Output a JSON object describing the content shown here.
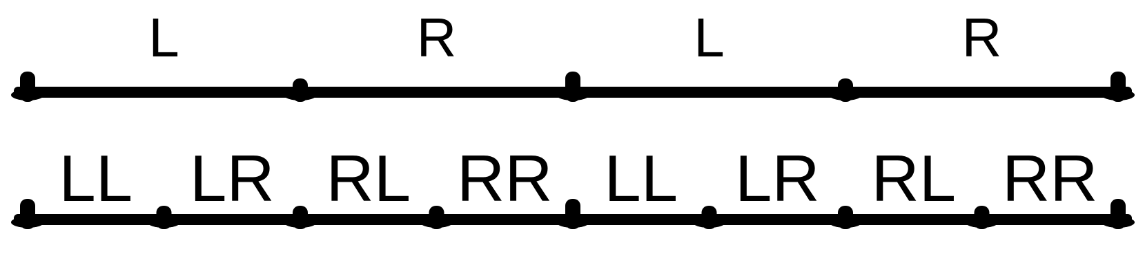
{
  "rows": [
    {
      "labels": [
        "L",
        "R",
        "L",
        "R"
      ]
    },
    {
      "labels": [
        "LL",
        "LR",
        "RL",
        "RR",
        "LL",
        "LR",
        "RL",
        "RR"
      ]
    }
  ],
  "colors": {
    "line": "#000000",
    "background": "#ffffff",
    "text": "#000000"
  }
}
